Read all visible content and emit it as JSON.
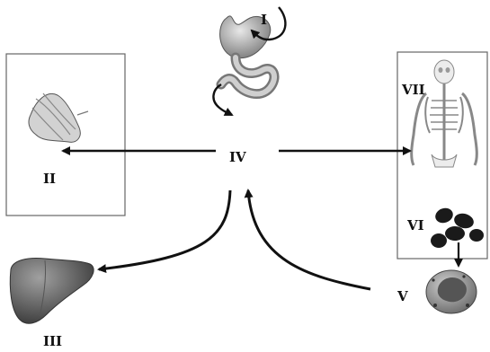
{
  "labels": {
    "stomach": "I",
    "muscle": "II",
    "liver": "III",
    "center": "IV",
    "blood_cell": "V",
    "red_cells": "VI",
    "skeleton": "VII"
  },
  "icons": [
    "stomach-icon",
    "muscle-icon",
    "liver-icon",
    "skeleton-icon",
    "red-blood-cells-icon",
    "white-blood-cell-icon"
  ],
  "colors": {
    "ink": "#111111",
    "box": "#666666",
    "organ": "#8a8a8a",
    "cell": "#1a1a1a"
  }
}
